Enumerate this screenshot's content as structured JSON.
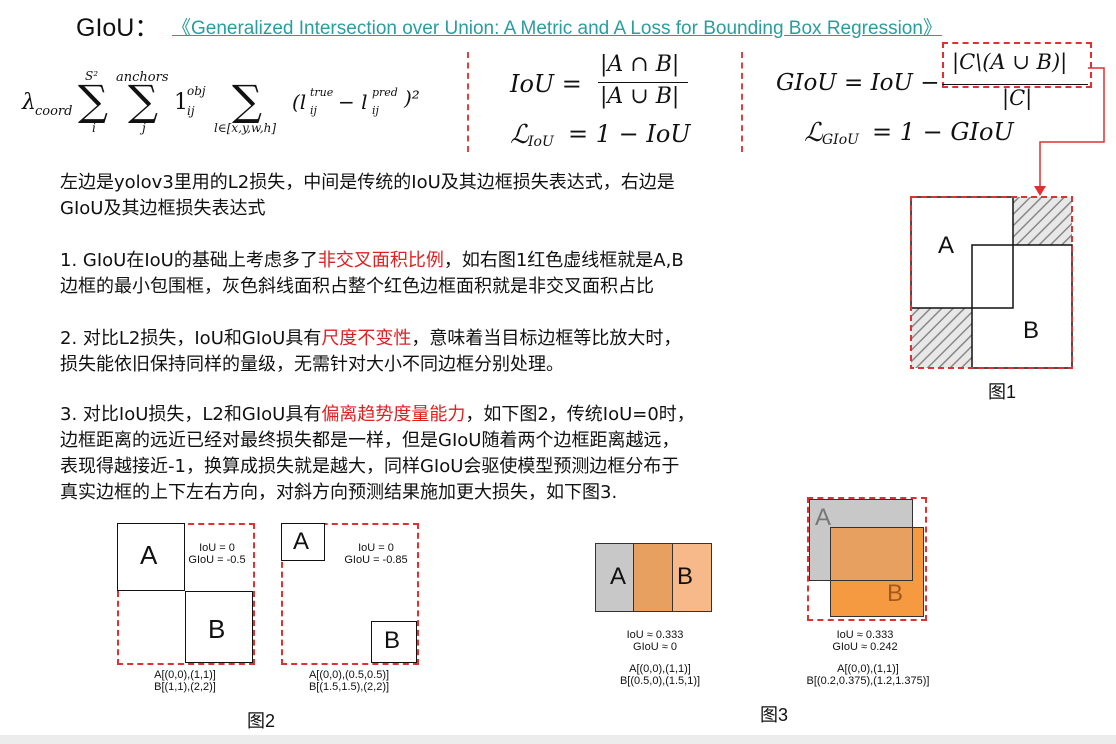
{
  "title": {
    "main": "GIoU：",
    "paper": "《Generalized Intersection over Union: A Metric and A Loss for Bounding Box Regression》"
  },
  "formulas": {
    "l2_prefix": "λ",
    "l2_coord": "coord",
    "l2_sum1_top": "S²",
    "l2_sum1_bottom": "i",
    "l2_sum2_top": "anchors",
    "l2_sum2_bottom": "j",
    "l2_one": "1",
    "l2_one_sup": "obj",
    "l2_one_sub": "ij",
    "l2_sum3_bottom": "l∈[x,y,w,h]",
    "l2_term": "(l",
    "l2_true": "true",
    "l2_ij": "ij",
    "l2_minus": " − l",
    "l2_pred": "pred",
    "l2_close": ")²",
    "iou_lhs": "IoU =",
    "iou_num": "|A ∩ B|",
    "iou_den": "|A ∪ B|",
    "iou_loss": "ℒ",
    "iou_loss_sub": "IoU",
    "iou_loss_rhs": "= 1 − IoU",
    "giou_lhs": "GIoU = IoU −",
    "giou_num": "|C\\(A ∪ B)|",
    "giou_den": "|C|",
    "giou_loss": "ℒ",
    "giou_loss_sub": "GIoU",
    "giou_loss_rhs": "= 1 − GIoU"
  },
  "paragraphs": {
    "intro_line1": "左边是yolov3里用的L2损失，中间是传统的IoU及其边框损失表达式，右边是",
    "intro_line2": "GIoU及其边框损失表达式",
    "p1_a": "1. GIoU在IoU的基础上考虑多了",
    "p1_red": "非交叉面积比例",
    "p1_b": "，如右图1红色虚线框就是A,B",
    "p1_line2": "边框的最小包围框，灰色斜线面积占整个红色边框面积就是非交叉面积占比",
    "p2_a": "2. 对比L2损失，IoU和GIoU具有",
    "p2_red": "尺度不变性",
    "p2_b": "，意味着当目标边框等比放大时，",
    "p2_line2": "损失能依旧保持同样的量级，无需针对大小不同边框分别处理。",
    "p3_a": "3. 对比IoU损失，L2和GIoU具有",
    "p3_red": "偏离趋势度量能力",
    "p3_b": "，如下图2，传统IoU=0时，",
    "p3_line2": "边框距离的远近已经对最终损失都是一样，但是GIoU随着两个边框距离越远，",
    "p3_line3": "表现得越接近-1，换算成损失就是越大，同样GIoU会驱使模型预测边框分布于",
    "p3_line4": "真实边框的上下左右方向，对斜方向预测结果施加更大损失，如下图3."
  },
  "fig1": {
    "label_a": "A",
    "label_b": "B",
    "caption": "图1"
  },
  "fig2": {
    "caption": "图2",
    "left": {
      "label_a": "A",
      "label_b": "B",
      "iou": "IoU = 0",
      "giou": "GIoU = -0.5",
      "coord_a": "A[(0,0),(1,1)]",
      "coord_b": "B[(1,1),(2,2)]"
    },
    "right": {
      "label_a": "A",
      "label_b": "B",
      "iou": "IoU = 0",
      "giou": "GIoU = -0.85",
      "coord_a": "A[(0,0),(0.5,0.5)]",
      "coord_b": "B[(1.5,1.5),(2,2)]"
    }
  },
  "fig3": {
    "caption": "图3",
    "left": {
      "label_a": "A",
      "label_b": "B",
      "iou": "IoU ≈ 0.333",
      "giou": "GIoU ≈ 0",
      "coord_a": "A[(0,0),(1,1)]",
      "coord_b": "B[(0.5,0),(1.5,1)]"
    },
    "right": {
      "label_a": "A",
      "label_b": "B",
      "iou": "IoU ≈ 0.333",
      "giou": "GIoU ≈ 0.242",
      "coord_a": "A[(0,0),(1,1)]",
      "coord_b": "B[(0.2,0.375),(1.2,1.375)]"
    }
  },
  "colors": {
    "red_dash": "#e03030",
    "link": "#2a9d9d",
    "gray_box": "#c8c8c8",
    "orange_light": "#f7b98a",
    "orange_mid": "#e8a060",
    "orange_dark": "#f59a40"
  }
}
